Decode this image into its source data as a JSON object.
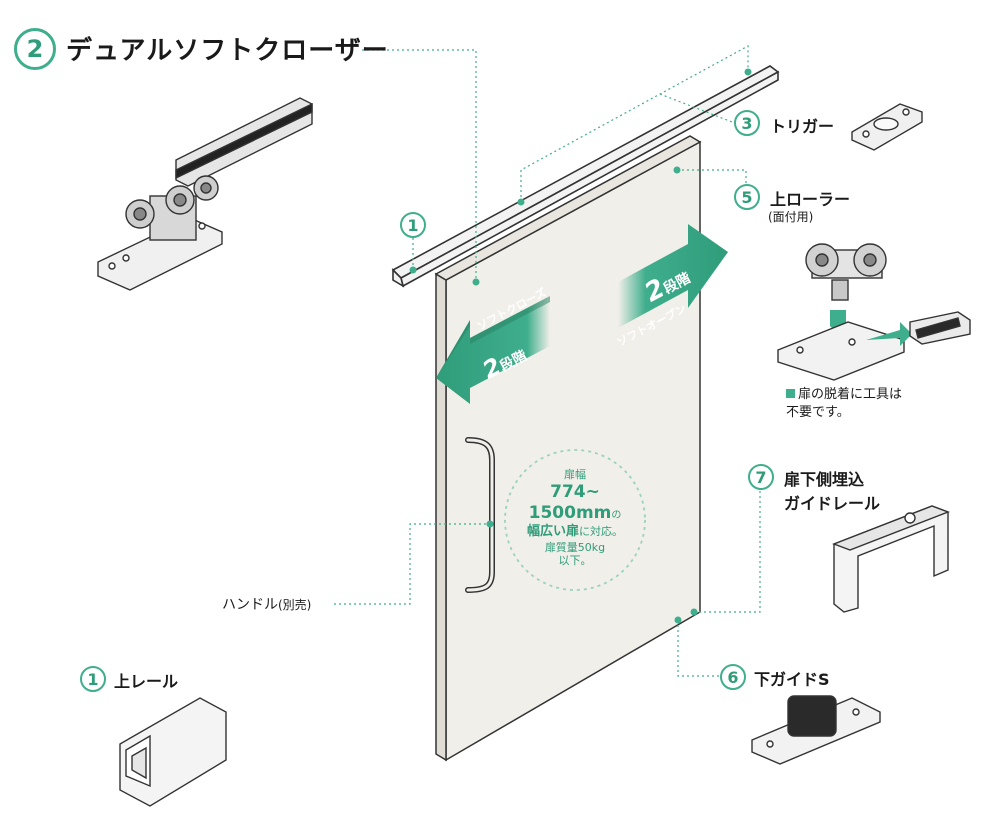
{
  "title": {
    "number": "2",
    "text": "デュアルソフトクローザー"
  },
  "callouts": {
    "rail_top": {
      "number": "1"
    },
    "trigger": {
      "number": "3",
      "label": "トリガー"
    },
    "upper_roller": {
      "number": "5",
      "label": "上ローラー",
      "sub": "(面付用)"
    },
    "note": {
      "line1": "扉の脱着に工具は",
      "line2": "不要です。"
    },
    "bottom_guide_rail": {
      "number": "7",
      "line1": "扉下側埋込",
      "line2": "ガイドレール"
    },
    "lower_guide": {
      "number": "6",
      "label": "下ガイドS"
    },
    "upper_rail": {
      "number": "1",
      "label": "上レール"
    },
    "handle": {
      "label": "ハンドル",
      "sub": "(別売)"
    }
  },
  "arrows": {
    "close": {
      "sub": "ソフトクローズ",
      "num": "2",
      "kanji": "段階"
    },
    "open": {
      "sub": "ソフトオープン",
      "num": "2",
      "kanji": "段階"
    }
  },
  "door_circle": {
    "line1": "扉幅",
    "line2": "774~ 1500mm",
    "line2b": "の",
    "line3": "幅広い扉",
    "line3b": "に対応。",
    "line4": "扉質量50kg",
    "line5": "以下。"
  },
  "colors": {
    "accent": "#3fae8c",
    "door": "#f1efea",
    "line": "#2a2a2a"
  }
}
